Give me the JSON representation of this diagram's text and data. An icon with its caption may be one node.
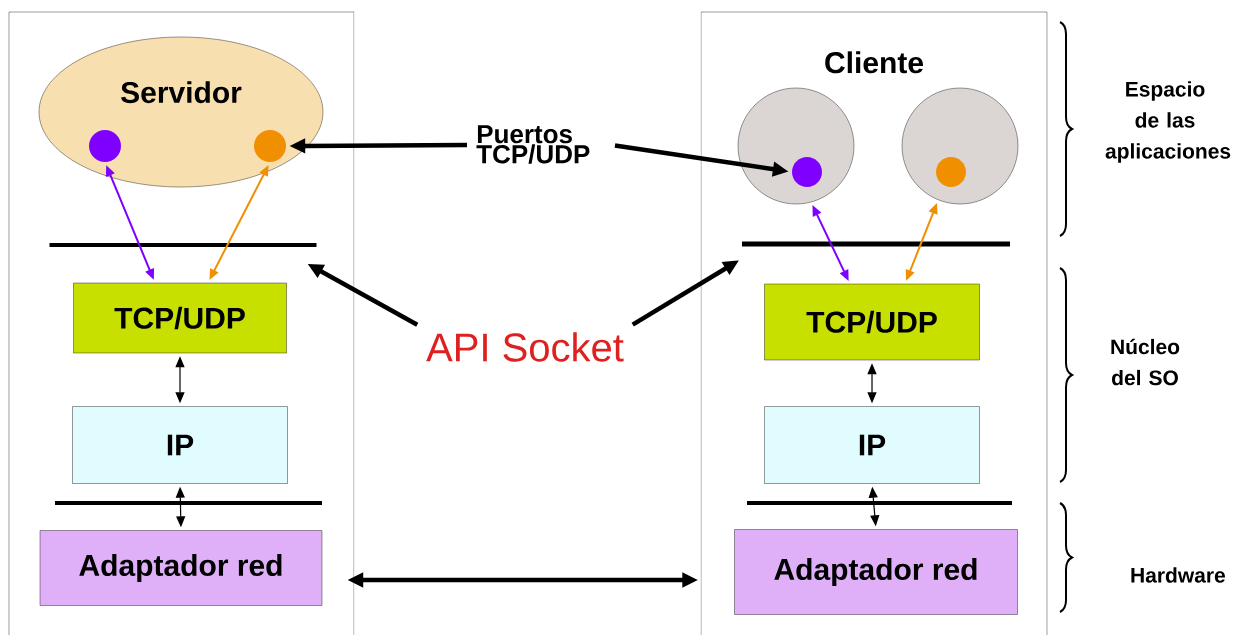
{
  "diagram": {
    "nodes": [
      {
        "text": [],
        "shape": "box"
      },
      {
        "text": [
          "Servidor"
        ],
        "in": 0
      },
      {
        "text": [],
        "shape": "circle",
        "in": 1
      },
      {
        "text": [],
        "shape": "circle",
        "in": 1
      },
      {
        "text": [],
        "shape": "bar",
        "in": 0
      },
      {
        "text": [
          "TCP/UDP"
        ],
        "in": 0
      },
      {
        "text": [
          "IP"
        ],
        "in": 0
      },
      {
        "text": [
          "Adaptador red"
        ],
        "in": 0
      },
      {
        "text": [
          "Cliente"
        ]
      },
      {
        "text": [],
        "shape": "circle",
        "in": 8
      },
      {
        "text": [],
        "shape": "circle",
        "in": 9
      },
      {
        "text": [],
        "shape": "circle",
        "in": 8
      },
      {
        "text": [],
        "shape": "circle",
        "in": 11
      },
      {
        "text": [],
        "shape": "bar",
        "in": 8
      },
      {
        "text": [
          "TCP/UDP"
        ],
        "in": 8
      },
      {
        "text": [
          "IP"
        ],
        "in": 8
      },
      {
        "text": [
          "Adaptador red"
        ],
        "in": 8
      },
      {
        "text": [
          "Puertos TCP/UDP"
        ]
      },
      {
        "text": [
          "API Socket"
        ]
      }
    ],
    "edges": [
      {
        "from": 17,
        "to": 3,
        "arrow": "to",
        "style": "thick"
      },
      {
        "from": 17,
        "to": 10,
        "arrow": "to",
        "style": "thick"
      },
      {
        "from": 2,
        "to": 5,
        "arrow": "both",
        "color": "#7f00ff"
      },
      {
        "from": 3,
        "to": 5,
        "arrow": "both",
        "color": "#f09000"
      },
      {
        "from": 5,
        "to": 6,
        "arrow": "both"
      },
      {
        "from": 6,
        "to": 7,
        "arrow": "both"
      },
      {
        "from": 18,
        "to": 4,
        "arrow": "to",
        "style": "thick"
      },
      {
        "from": 18,
        "to": 13,
        "arrow": "to",
        "style": "thick"
      },
      {
        "from": 9,
        "to": 14,
        "arrow": "both",
        "color": "#7f00ff"
      },
      {
        "from": 11,
        "to": 14,
        "arrow": "both",
        "color": "#f09000"
      },
      {
        "from": 14,
        "to": 15,
        "arrow": "both"
      },
      {
        "from": 15,
        "to": 16,
        "arrow": "both"
      },
      {
        "from": 7,
        "to": 16,
        "arrow": "both",
        "style": "thick"
      }
    ],
    "labels": [
      "Espacio de las aplicaciones",
      "Núcleo del SO",
      "Hardware"
    ]
  }
}
